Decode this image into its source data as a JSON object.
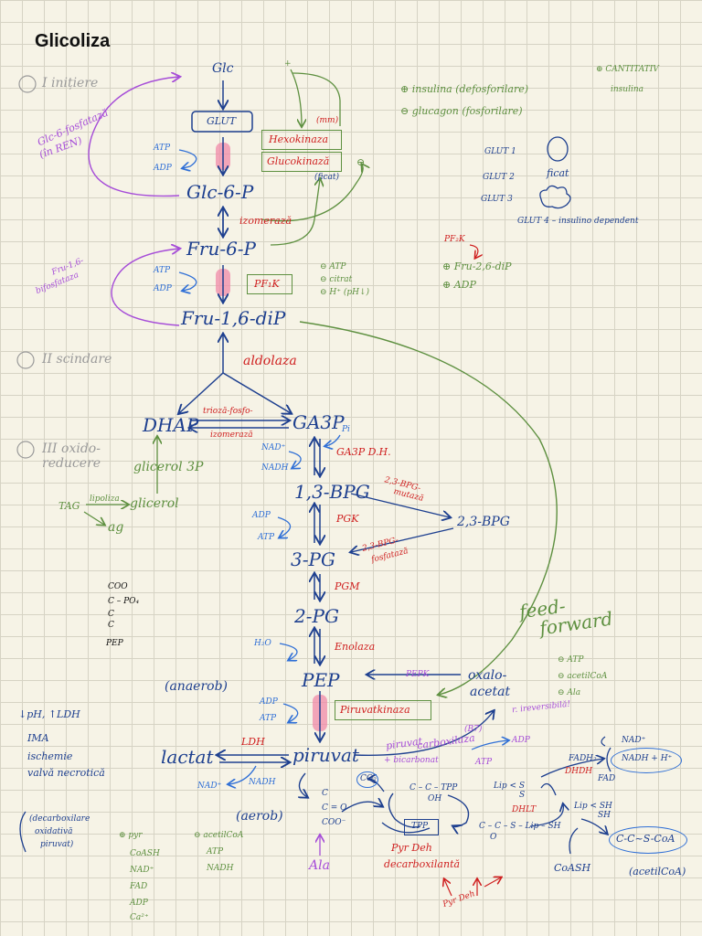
{
  "title": "Glicoliza",
  "phases": {
    "initiere": "I  inițiere",
    "scindare": "II  scindare",
    "oxido": "III  oxido-",
    "reducere": "reducere"
  },
  "metabolites": {
    "glc": "Glc",
    "glut": "GLUT",
    "glc6p": "Glc-6-P",
    "fru6p": "Fru-6-P",
    "fru16dip": "Fru-1,6-diP",
    "dhap": "DHAP",
    "ga3p": "GA3P",
    "bpg13": "1,3-BPG",
    "bpg23": "2,3-BPG",
    "pg3": "3-PG",
    "pg2": "2-PG",
    "pep": "PEP",
    "piruvat": "piruvat",
    "lactat": "lactat",
    "oxaloacetat1": "oxalo-",
    "oxaloacetat2": "acetat",
    "glicerol3p": "glicerol 3P",
    "glicerol": "glicerol",
    "tag": "TAG",
    "ag": "ag",
    "acetilcoa_struct": "C-C~S-CoA",
    "acetilcoa_name": "(acetilCoA)",
    "coash": "CoASH",
    "ala": "Ala"
  },
  "enzymes": {
    "glc6_fosfataza1": "Glc-6-fosfatază",
    "glc6_fosfataza2": "(în REN)",
    "hexokinaza": "Hexokinaza",
    "glucokinaza": "Glucokinază",
    "mm": "(mm)",
    "ficat": "(ficat)",
    "izomeraza": "izomerază",
    "fru16_fosfataza1": "Fru-1,6-",
    "fru16_fosfataza2": "bifosfataza",
    "pf1k": "PF₁K",
    "aldolaza": "aldolaza",
    "triozo1": "trioză-fosfo-",
    "triozo2": "izomerază",
    "ga3pdh": "GA3P D.H.",
    "mutaza1": "2,3-BPG-",
    "mutaza2": "mutază",
    "pgk": "PGK",
    "fosfataza1": "2,3-BPG-",
    "fosfataza2": "fosfatază",
    "pgm": "PGM",
    "enolaza": "Enolaza",
    "piruvatkinaza": "Piruvatkinaza",
    "ldh": "LDH",
    "pepk": "PEPK",
    "piruvat_carboxilaza1": "piruvat",
    "piruvat_carboxilaza2": "carboxilaza",
    "bicarbonat": "+ bicarbonat",
    "b7": "(B7)",
    "ireversibila": "r. ireversibilă!",
    "pyr_deh1": "Pyr Deh",
    "pyr_deh2": "decarboxilantă",
    "pyr_deh3": "Pyr Deh",
    "dhlt": "DHLT",
    "dhdh": "DHDH"
  },
  "cofactors": {
    "atp": "ATP",
    "adp": "ADP",
    "nad": "NAD⁺",
    "nadh": "NADH",
    "pi": "Pi",
    "h2o": "H₂O",
    "co2": "CO₂",
    "fadh2": "FADH₂",
    "fad": "FAD",
    "nadh_h": "NADH + H⁺",
    "lipoliza": "lipoliza"
  },
  "regulation": {
    "plus_sign": "+",
    "insulina": "⊕ insulina (defosforilare)",
    "glucagon": "⊖ glucagon (fosforilare)",
    "cantitativ1": "⊕ CANTITATIV",
    "cantitativ2": "insulina",
    "minus_sign": "⊖",
    "pf1k_inh1": "⊖ ATP",
    "pf1k_inh2": "⊖ citrat",
    "pf1k_inh3": "⊖ H⁺ (pH↓)",
    "pf2k": "PF₂K",
    "fru26dip": "⊕ Fru-2,6-diP",
    "pf_adp": "⊕ ADP",
    "pk_inh1": "⊖ ATP",
    "pk_inh2": "⊖ acetilCoA",
    "pk_inh3": "⊖ Ala",
    "feed_forward1": "feed-",
    "feed_forward2": "forward",
    "pdh_act1": "⊕ pyr",
    "pdh_act2": "CoASH",
    "pdh_act3": "NAD⁺",
    "pdh_act4": "FAD",
    "pdh_act5": "ADP",
    "pdh_act6": "Ca²⁺",
    "pdh_inh1": "⊖ acetilCoA",
    "pdh_inh2": "ATP",
    "pdh_inh3": "NADH"
  },
  "glut_types": {
    "glut1": "GLUT 1",
    "glut1_icon": "blood-cell-icon",
    "glut2": "GLUT 2",
    "glut2_label": "ficat",
    "glut3": "GLUT 3",
    "glut3_icon": "brain-icon",
    "glut4": "GLUT 4 – insulino dependent"
  },
  "conditions": {
    "anaerob": "(anaerob)",
    "aerob": "(aerob)",
    "line1": "↓pH, ↑LDH",
    "line2": "IMA",
    "line3": "ischemie",
    "line4": "valvă necrotică",
    "decarbox1": "(decarboxilare",
    "decarbox2": "oxidativă",
    "decarbox3": "piruvat)"
  },
  "structures": {
    "coo_top": "COO",
    "c_po4": "C – PO₄",
    "c_eq": "C",
    "c_bot": "C",
    "pep_label": "PEP",
    "pyr_c1": "C",
    "pyr_c2": "C = O",
    "pyr_c3": "COO⁻",
    "tpp_struct": "C – C – TPP",
    "tpp_oh": "OH",
    "tpp": "TPP",
    "lip_s": "Lip < S",
    "lip_s2": "S",
    "lip_sh": "Lip < SH",
    "lip_sh2": "SH",
    "acetyl_lip": "C – C – S – Lip – SH",
    "acetyl_o": "O"
  },
  "colors": {
    "navy": "#1d3f8f",
    "blue": "#2f6fd6",
    "red": "#cf1f1f",
    "green": "#5e9040",
    "purple": "#a64dd8",
    "pink": "#f08aa8"
  }
}
